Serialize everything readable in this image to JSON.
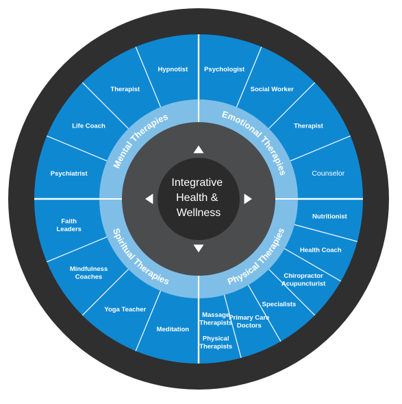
{
  "center": {
    "lines": [
      "Integrative",
      "Health &",
      "Wellness"
    ]
  },
  "quadrants": [
    {
      "name": "Mental Therapies",
      "roles": [
        {
          "lines": [
            "Psychiatrist"
          ]
        },
        {
          "lines": [
            "Life Coach"
          ]
        },
        {
          "lines": [
            "Therapist"
          ]
        },
        {
          "lines": [
            "Hypnotist"
          ]
        }
      ]
    },
    {
      "name": "Emotional Therapies",
      "roles": [
        {
          "lines": [
            "Psychologist"
          ]
        },
        {
          "lines": [
            "Social Worker"
          ]
        },
        {
          "lines": [
            "Therapist"
          ]
        },
        {
          "lines": [
            "Counselor"
          ]
        }
      ]
    },
    {
      "name": "Physical Therapies",
      "roles": [
        {
          "lines": [
            "Nutritionist"
          ]
        },
        {
          "lines": [
            "Health Coach"
          ]
        },
        {
          "lines": [
            "Chiropractor",
            "Acupuncturist"
          ]
        },
        {
          "lines": [
            "Specialists"
          ]
        },
        {
          "lines": [
            "Primary Care",
            "Doctors"
          ]
        },
        {
          "lines": [
            "Massage",
            "Therapists",
            "",
            "Physical",
            "Therapists"
          ]
        }
      ]
    },
    {
      "name": "Spiritual Therapies",
      "roles": [
        {
          "lines": [
            "Meditation"
          ]
        },
        {
          "lines": [
            "Yoga Teacher"
          ]
        },
        {
          "lines": [
            "Mindfulness",
            "Coaches"
          ]
        },
        {
          "lines": [
            "Faith",
            "Leaders"
          ]
        }
      ]
    }
  ],
  "colors": {
    "outer_ring": "#2f2f30",
    "segment_fill": "#0f88d2",
    "segment_lines": "#ffffff",
    "inner_ring": "#7fbfe7",
    "core_dark": "#4b4c4e",
    "core_center": "#2b2b2c",
    "text": "#ffffff"
  },
  "icons": [
    "arrow-up-icon",
    "arrow-right-icon",
    "arrow-down-icon",
    "arrow-left-icon"
  ]
}
